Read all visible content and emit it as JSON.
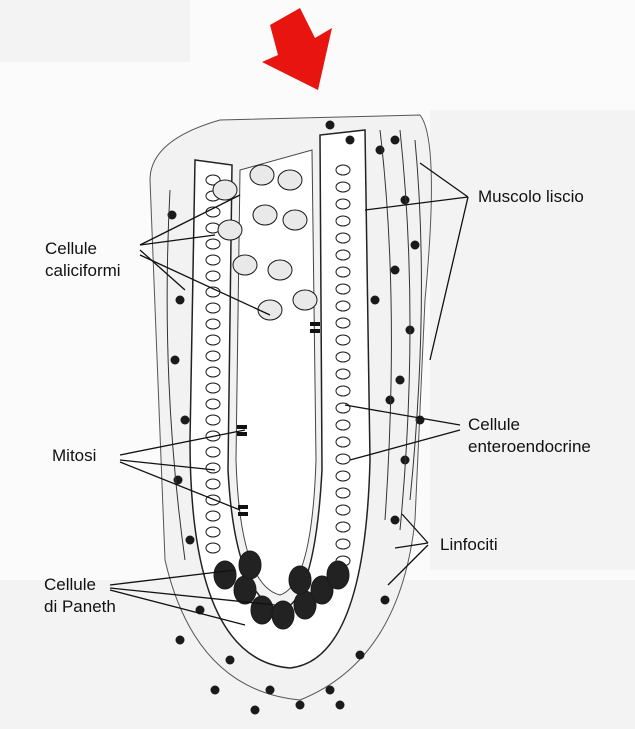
{
  "figure": {
    "arrow_color": "#e8140f",
    "ink_color": "#1a1a1a",
    "labels": {
      "muscolo": "Muscolo liscio",
      "caliciformi_1": "Cellule",
      "caliciformi_2": "caliciformi",
      "enteroendocrine_1": "Cellule",
      "enteroendocrine_2": "enteroendocrine",
      "mitosi": "Mitosi",
      "linfociti": "Linfociti",
      "paneth_1": "Cellule",
      "paneth_2": "di Paneth"
    }
  }
}
